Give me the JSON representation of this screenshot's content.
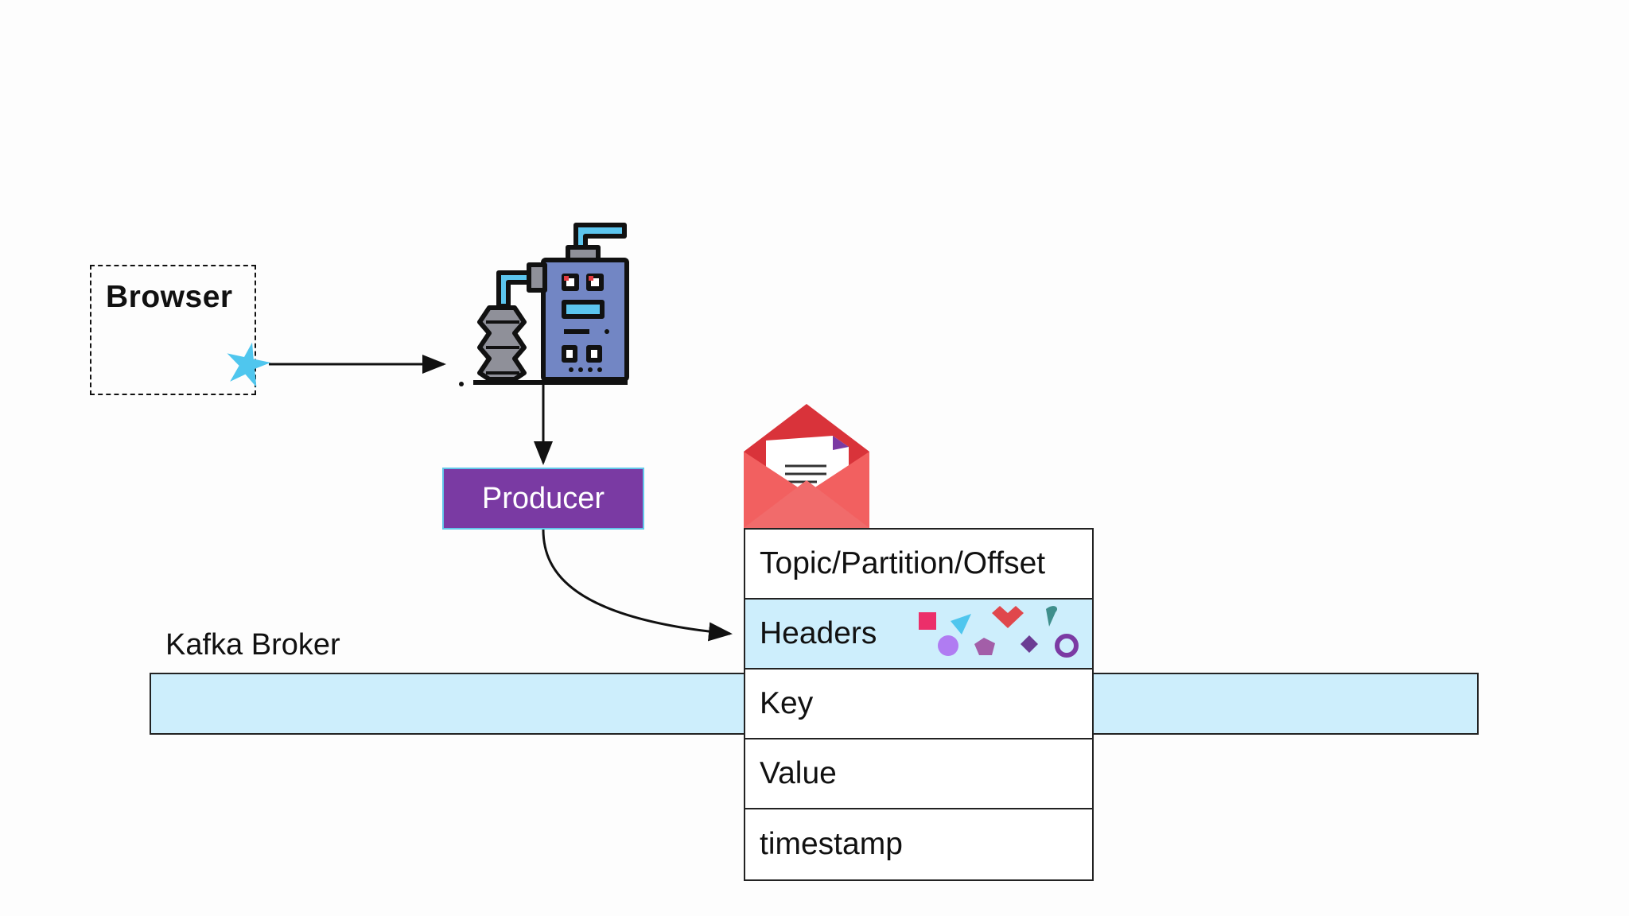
{
  "browser": {
    "label": "Browser"
  },
  "producer": {
    "label": "Producer"
  },
  "broker": {
    "label": "Kafka Broker"
  },
  "record": {
    "fields": [
      {
        "label": "Topic/Partition/Offset"
      },
      {
        "label": "Headers"
      },
      {
        "label": "Key"
      },
      {
        "label": "Value"
      },
      {
        "label": "timestamp"
      }
    ]
  },
  "colors": {
    "producer_fill": "#7a3aa3",
    "producer_border": "#62c7ea",
    "broker_fill": "#cdeefc",
    "headers_fill": "#cdeefc",
    "click_star": "#4fc6ee",
    "envelope": "#e23b41"
  },
  "icons": [
    "click-star-icon",
    "factory-machine-icon",
    "envelope-icon",
    "header-shapes-icon"
  ]
}
